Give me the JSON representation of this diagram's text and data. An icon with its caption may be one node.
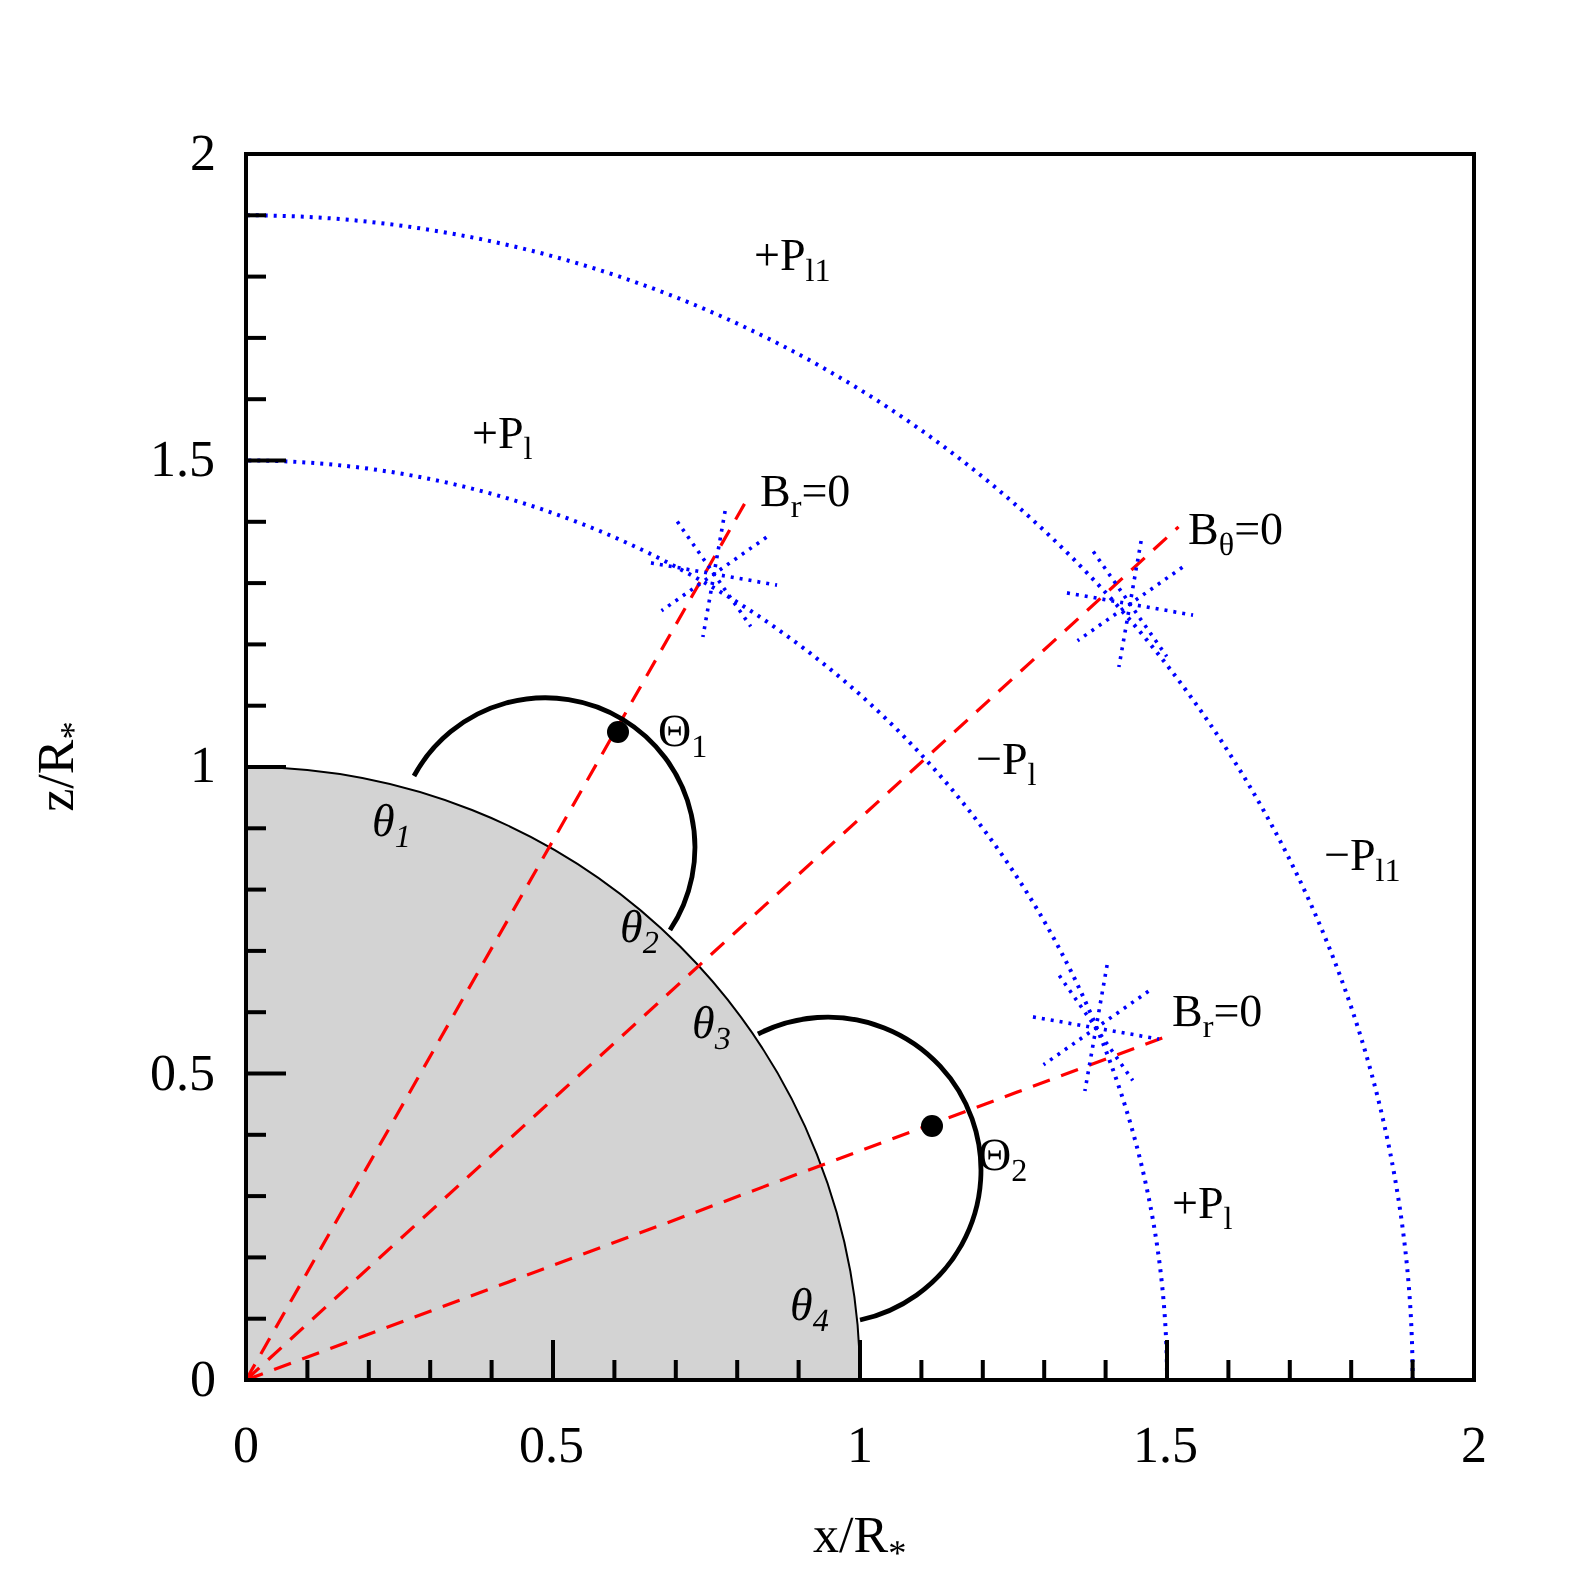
{
  "diagram": {
    "labels": [
      "2",
      "1.5",
      "1",
      "0.5",
      "0",
      "0",
      "0.5",
      "1",
      "1.5",
      "2",
      "x/R$_{*}$",
      "z/R$_{*}$",
      "+P$_{l1}$",
      "+P$_{l}$",
      "B$_{r}$=0",
      "B$_{θ}$=0",
      "Θ$_{1}$",
      "θ$_{1}$",
      "−P$_{l}$",
      "−P$_{l1}$",
      "θ$_{2}$",
      "θ$_{3}$",
      "B$_{r}$=0",
      "Θ$_{2}$",
      "+P$_{l}$",
      "θ$_{4}$"
    ]
  }
}
